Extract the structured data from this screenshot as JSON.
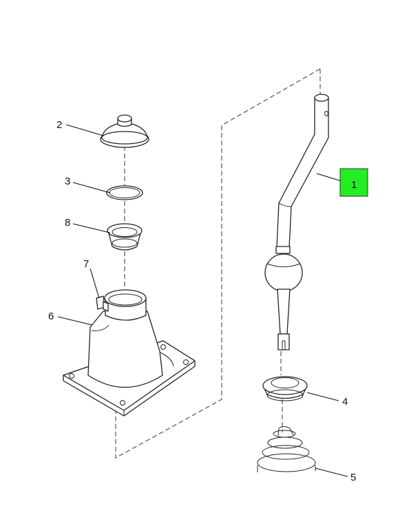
{
  "diagram": {
    "callouts": [
      {
        "id": "1",
        "label": "1",
        "highlighted": true
      },
      {
        "id": "2",
        "label": "2"
      },
      {
        "id": "3",
        "label": "3"
      },
      {
        "id": "4",
        "label": "4"
      },
      {
        "id": "5",
        "label": "5"
      },
      {
        "id": "6",
        "label": "6"
      },
      {
        "id": "7",
        "label": "7"
      },
      {
        "id": "8",
        "label": "8"
      }
    ],
    "highlight_color": "#22ee22"
  }
}
